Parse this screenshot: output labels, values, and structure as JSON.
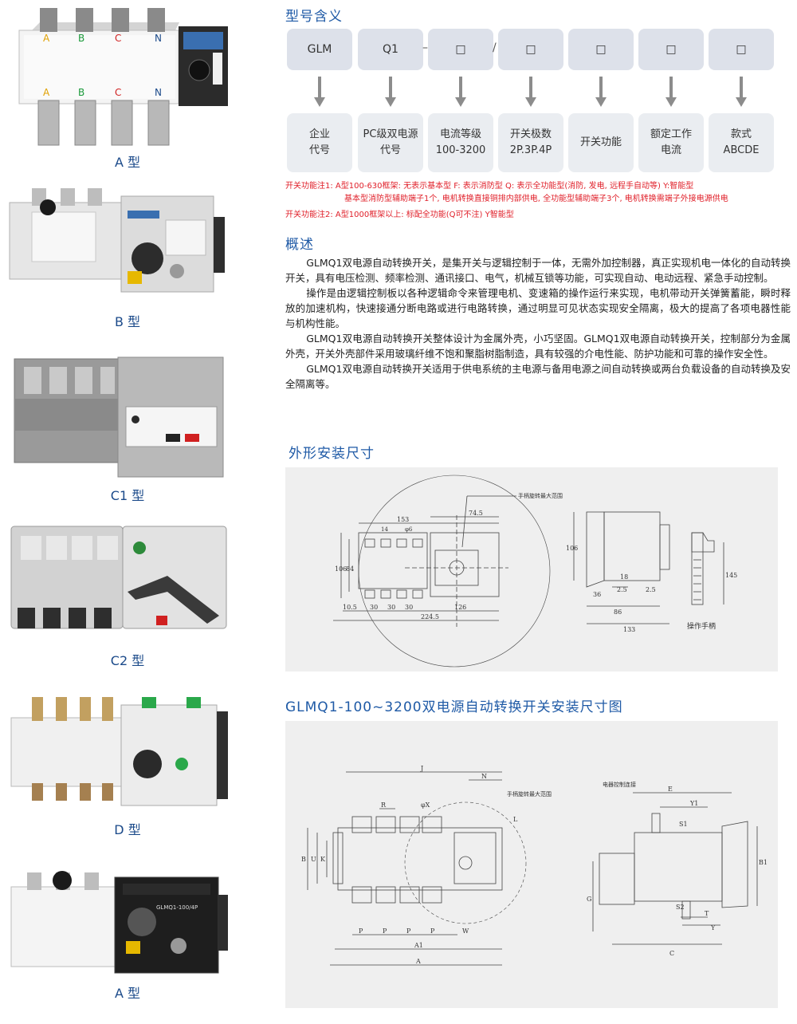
{
  "products": [
    {
      "caption": "A 型",
      "phase_labels_top": [
        "A",
        "B",
        "C",
        "N"
      ],
      "phase_labels_bottom": [
        "A",
        "B",
        "C",
        "N"
      ]
    },
    {
      "caption": "B 型"
    },
    {
      "caption": "C1 型"
    },
    {
      "caption": "C2 型"
    },
    {
      "caption": "D 型"
    },
    {
      "caption": "A 型",
      "label_text": "GLMQ1-100/4P"
    }
  ],
  "model_meaning": {
    "title": "型号含义",
    "codes": [
      "GLM",
      "Q1",
      "□",
      "□",
      "□",
      "□",
      "□"
    ],
    "separators": [
      "–",
      "/"
    ],
    "meanings": [
      [
        "企业",
        "代号"
      ],
      [
        "PC级双电源",
        "代号"
      ],
      [
        "电流等级",
        "100-3200"
      ],
      [
        "开关极数",
        "2P.3P.4P"
      ],
      [
        "开关功能"
      ],
      [
        "额定工作",
        "电流"
      ],
      [
        "款式",
        "ABCDE"
      ]
    ],
    "note1_line1": "开关功能注1:  A型100-630框架: 无表示基本型   F: 表示消防型   Q: 表示全功能型(消防, 发电, 远程手自动等)   Y:智能型",
    "note1_line2": "基本型消防型辅助端子1个, 电机转换直接铜排内部供电, 全功能型辅助端子3个, 电机转换需端子外接电源供电",
    "note2": "开关功能注2:  A型1000框架以上: 标配全功能(Q可不注)  Y智能型"
  },
  "overview": {
    "title": "概述",
    "paragraphs": [
      "GLMQ1双电源自动转换开关，是集开关与逻辑控制于一体，无需外加控制器，真正实现机电一体化的自动转换开关，具有电压检测、频率检测、通讯接口、电气，机械互锁等功能，可实现自动、电动远程、紧急手动控制。",
      "操作是由逻辑控制板以各种逻辑命令来管理电机、变速箱的操作运行来实现，电机带动开关弹簧蓄能，瞬时释放的加速机构，快速接通分断电路或进行电路转换，通过明显可见状态实现安全隔离，极大的提高了各项电器性能与机构性能。",
      "GLMQ1双电源自动转换开关整体设计为金属外壳，小巧坚固。GLMQ1双电源自动转换开关，控制部分为金属外壳，开关外壳部件采用玻璃纤维不饱和聚脂树脂制造，具有较强的介电性能、防护功能和可靠的操作安全性。",
      "GLMQ1双电源自动转换开关适用于供电系统的主电源与备用电源之间自动转换或两台负载设备的自动转换及安全隔离等。"
    ]
  },
  "dim1": {
    "title": "外形安装尺寸",
    "label_rotate_range": "手柄旋转最大范围",
    "label_handle": "操作手柄",
    "dims": [
      "153",
      "74.5",
      "φ6",
      "14",
      "106",
      "84",
      "10.5",
      "30",
      "30",
      "30",
      "126",
      "224.5",
      "106",
      "18",
      "2.5",
      "2.5",
      "36",
      "86",
      "133",
      "145"
    ]
  },
  "dim2": {
    "title": "GLMQ1-100~3200双电源自动转换开关安装尺寸图",
    "label_rotate_range": "手柄旋转最大范围",
    "label_control": "电器控制连接",
    "dims": [
      "J",
      "N",
      "R",
      "φX",
      "L",
      "B",
      "U",
      "K",
      "P",
      "P",
      "P",
      "P",
      "W",
      "A1",
      "A",
      "E",
      "Y1",
      "S1",
      "B1",
      "G",
      "S2",
      "T",
      "Y",
      "C"
    ]
  }
}
